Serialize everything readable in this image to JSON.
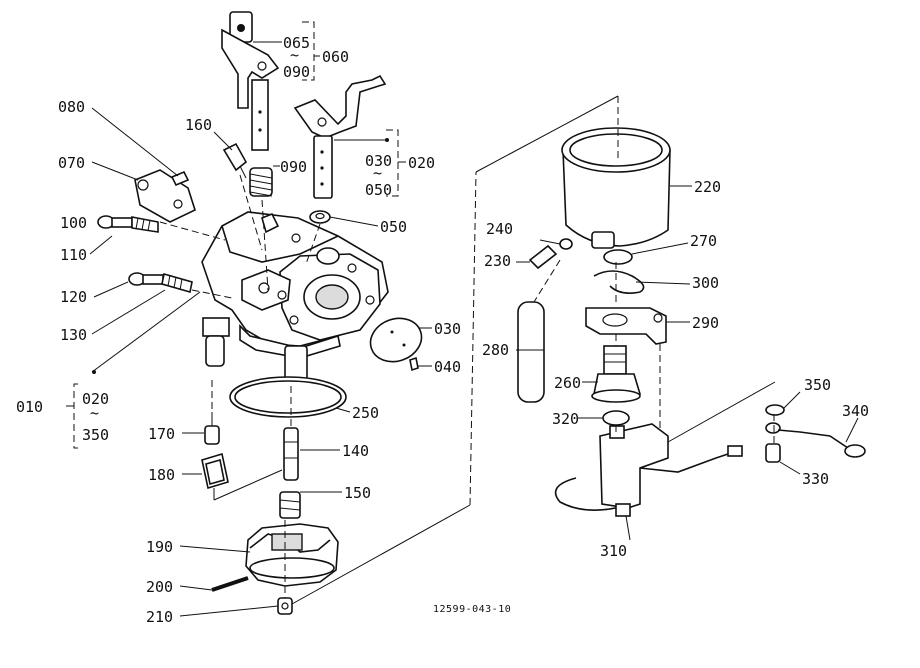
{
  "figure_ref": "12599-043-10",
  "callouts": {
    "p010": "010",
    "p020a": "020",
    "p020b": "020",
    "p030a": "030",
    "p030b": "030",
    "p040": "040",
    "p050a": "050",
    "p050b": "050",
    "p060": "060",
    "p065": "065",
    "p070": "070",
    "p080": "080",
    "p090a": "090",
    "p090b": "090",
    "p100": "100",
    "p110": "110",
    "p120": "120",
    "p130": "130",
    "p140": "140",
    "p150": "150",
    "p160": "160",
    "p170": "170",
    "p180": "180",
    "p190": "190",
    "p200": "200",
    "p210": "210",
    "p220": "220",
    "p230": "230",
    "p240": "240",
    "p250": "250",
    "p260": "260",
    "p270": "270",
    "p280": "280",
    "p290": "290",
    "p300": "300",
    "p310": "310",
    "p320": "320",
    "p330": "330",
    "p340": "340",
    "p350a": "350",
    "p350b": "350"
  }
}
